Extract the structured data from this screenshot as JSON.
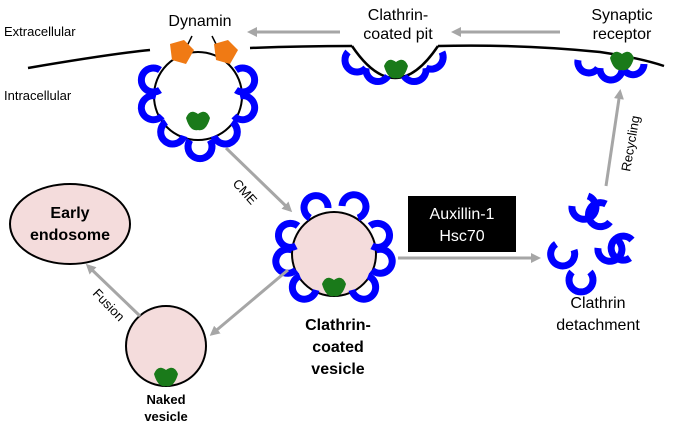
{
  "labels": {
    "extracellular": "Extracellular",
    "intracellular": "Intracellular",
    "dynamin": "Dynamin",
    "clathrin_coated_pit_line1": "Clathrin-",
    "clathrin_coated_pit_line2": "coated pit",
    "synaptic_receptor_line1": "Synaptic",
    "synaptic_receptor_line2": "receptor",
    "cme": "CME",
    "recycling": "Recycling",
    "early_endosome_line1": "Early",
    "early_endosome_line2": "endosome",
    "fusion": "Fusion",
    "auxillin_line1": "Auxillin-1",
    "auxillin_line2": "Hsc70",
    "clathrin_coated_vesicle_line1": "Clathrin-",
    "clathrin_coated_vesicle_line2": "coated",
    "clathrin_coated_vesicle_line3": "vesicle",
    "clathrin_detachment_line1": "Clathrin",
    "clathrin_detachment_line2": "detachment",
    "naked_vesicle_line1": "Naked",
    "naked_vesicle_line2": "vesicle"
  },
  "colors": {
    "clathrin": "#0000ff",
    "receptor": "#1a7a1a",
    "dynamin": "#f07a14",
    "vesicle_fill": "#f4dcdc",
    "arrow": "#a6a6a6",
    "label_box": "#000000"
  }
}
